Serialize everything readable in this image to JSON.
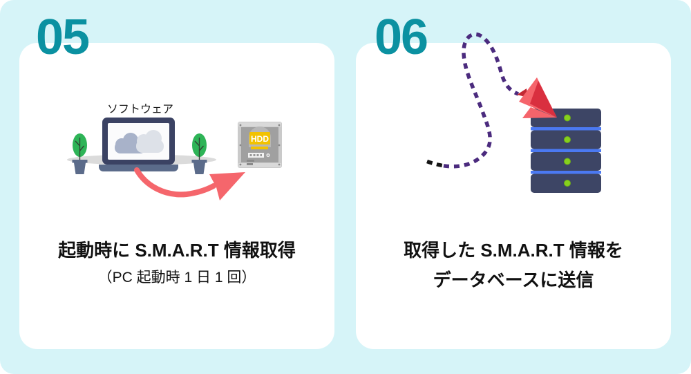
{
  "canvas": {
    "background_color": "#d6f4f8",
    "card_color": "#ffffff",
    "number_color": "#0b91a1",
    "text_color": "#111111"
  },
  "cards": [
    {
      "number": "05",
      "title": "起動時に S.M.A.R.T 情報取得",
      "subtitle": "（PC 起動時 1 日 1 回）",
      "illustration": {
        "software_label": "ソフトウェア",
        "hdd_label": "HDD",
        "icons": [
          "laptop-icon",
          "plant-icon",
          "hdd-icon",
          "curved-arrow-icon"
        ],
        "arrow_color": "#f5666c",
        "laptop_frame_color": "#3b4263",
        "plant_color": "#2eb457",
        "hdd_accent_color": "#f2c200"
      }
    },
    {
      "number": "06",
      "title": "取得した S.M.A.R.T 情報を",
      "subtitle": "データベースに送信",
      "illustration": {
        "icons": [
          "dotted-route-path",
          "paper-plane-icon",
          "server-icon"
        ],
        "route_color": "#4b2b7e",
        "plane_color": "#f5646b",
        "server_body_color": "#3d4565",
        "server_stripe_color": "#4b79f2",
        "server_led_color": "#86d01d"
      }
    }
  ]
}
